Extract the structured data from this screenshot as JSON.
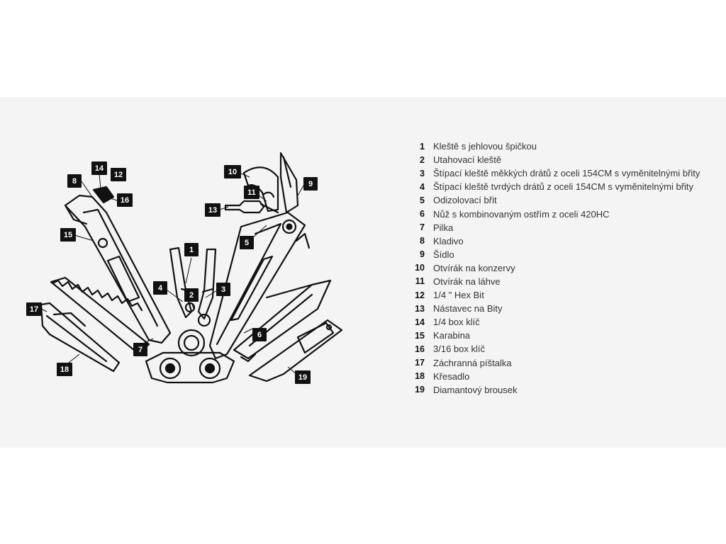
{
  "diagram": {
    "callouts": [
      {
        "num": "1"
      },
      {
        "num": "2"
      },
      {
        "num": "3"
      },
      {
        "num": "4"
      },
      {
        "num": "5"
      },
      {
        "num": "6"
      },
      {
        "num": "7"
      },
      {
        "num": "8"
      },
      {
        "num": "9"
      },
      {
        "num": "10"
      },
      {
        "num": "11"
      },
      {
        "num": "12"
      },
      {
        "num": "13"
      },
      {
        "num": "14"
      },
      {
        "num": "15"
      },
      {
        "num": "16"
      },
      {
        "num": "17"
      },
      {
        "num": "18"
      },
      {
        "num": "19"
      }
    ]
  },
  "legend": {
    "items": [
      {
        "num": "1",
        "text": "Kleště s jehlovou špičkou"
      },
      {
        "num": "2",
        "text": "Utahovací kleště"
      },
      {
        "num": "3",
        "text": "Štípací kleště měkkých drátů z oceli 154CM s vyměnitelnými břity"
      },
      {
        "num": "4",
        "text": "Štípací kleště tvrdých drátů z oceli 154CM s vyměnitelnými břity"
      },
      {
        "num": "5",
        "text": "Odizolovací břit"
      },
      {
        "num": "6",
        "text": "Nůž s kombinovaným ostřím z oceli 420HC"
      },
      {
        "num": "7",
        "text": "Pilka"
      },
      {
        "num": "8",
        "text": "Kladivo"
      },
      {
        "num": "9",
        "text": "Šídlo"
      },
      {
        "num": "10",
        "text": "Otvírák na konzervy"
      },
      {
        "num": "11",
        "text": "Otvírák na láhve"
      },
      {
        "num": "12",
        "text": "1/4 \" Hex Bit"
      },
      {
        "num": "13",
        "text": "Nástavec na Bity"
      },
      {
        "num": "14",
        "text": "1/4 box klíč"
      },
      {
        "num": "15",
        "text": "Karabina"
      },
      {
        "num": "16",
        "text": "3/16 box klíč"
      },
      {
        "num": "17",
        "text": "Záchranná píštalka"
      },
      {
        "num": "18",
        "text": "Křesadlo"
      },
      {
        "num": "19",
        "text": "Diamantový brousek"
      }
    ]
  }
}
